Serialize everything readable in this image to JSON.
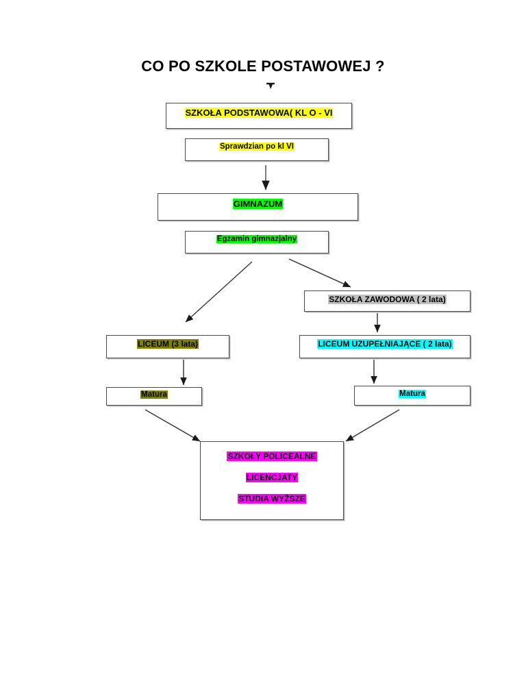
{
  "page": {
    "title": "CO PO SZKOLE POSTAWOWEJ ?",
    "background": "#ffffff"
  },
  "colors": {
    "highlight_yellow": "#ffff00",
    "highlight_green": "#00ff00",
    "highlight_gray": "#c0c0c0",
    "highlight_olive": "#808000",
    "highlight_cyan": "#00ffff",
    "highlight_magenta": "#ff00ff",
    "box_border": "#4a4a4a",
    "text": "#000000"
  },
  "nodes": {
    "primary_school": {
      "label": "SZKOŁA PODSTAWOWA( KL O  - VI",
      "highlight": "#ffff00"
    },
    "primary_test": {
      "label": "Sprawdzian  po kl VI",
      "highlight": "#ffff00"
    },
    "gymnasium": {
      "label": "GIMNAZUM",
      "highlight": "#00ff00"
    },
    "gymnasium_exam": {
      "label": "Egzamin  gimnazjalny",
      "highlight": "#00ff00"
    },
    "vocational": {
      "label": "SZKOŁA ZAWODOWA    ( 2 lata)",
      "highlight": "#c0c0c0"
    },
    "liceum3": {
      "label": "LICEUM  (3 lata)",
      "highlight": "#808000"
    },
    "liceum_supp": {
      "label": "LICEUM  UZUPEŁNIAJĄCE  ( 2 lata)",
      "highlight": "#00ffff"
    },
    "matura_left": {
      "label": "Matura",
      "highlight": "#808000"
    },
    "matura_right": {
      "label": "Matura",
      "highlight": "#00ffff"
    },
    "higher": {
      "line1": "SZKOŁY POLICEALNE",
      "line2": "LICENCJATY",
      "line3": "STUDIA WYŻSZE",
      "highlight": "#ff00ff"
    }
  },
  "edges": [
    {
      "name": "title-to-primary",
      "type": "arrowhead-only"
    },
    {
      "name": "test-to-gymnasium",
      "type": "vertical-arrow"
    },
    {
      "name": "exam-to-liceum3",
      "type": "diagonal-arrow"
    },
    {
      "name": "exam-to-vocational",
      "type": "diagonal-arrow"
    },
    {
      "name": "vocational-to-liceum-supp",
      "type": "vertical-arrow"
    },
    {
      "name": "liceum3-to-matura-left",
      "type": "vertical-arrow"
    },
    {
      "name": "liceum-supp-to-matura-right",
      "type": "vertical-arrow"
    },
    {
      "name": "matura-left-to-higher",
      "type": "diagonal-arrow"
    },
    {
      "name": "matura-right-to-higher",
      "type": "diagonal-arrow"
    }
  ]
}
